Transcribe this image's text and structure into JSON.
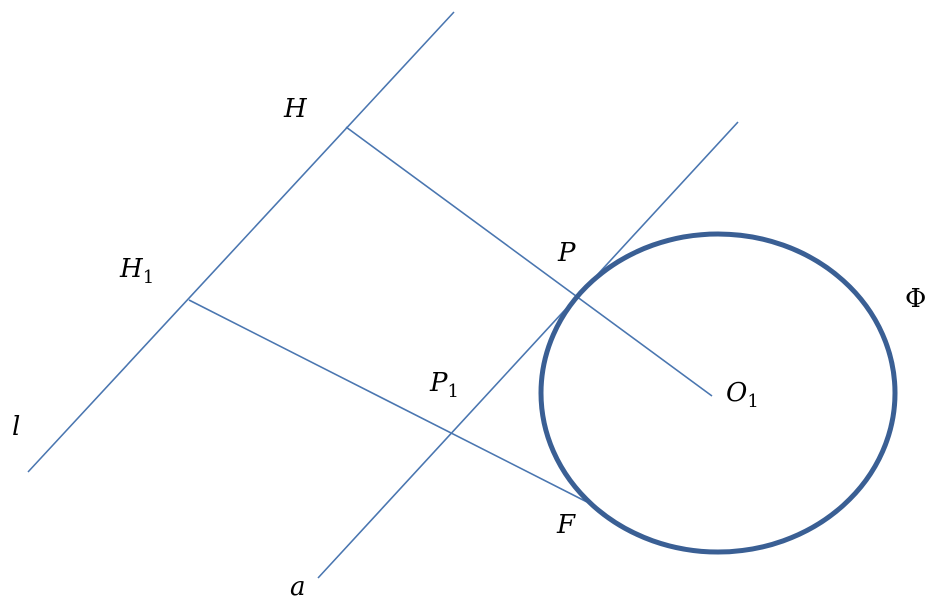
{
  "labels": {
    "H": "H",
    "H1": "H",
    "H1_sub": "1",
    "P": "P",
    "P1": "P",
    "P1_sub": "1",
    "O1": "O",
    "O1_sub": "1",
    "F": "F",
    "l": "l",
    "a": "a",
    "Phi": "Φ"
  },
  "colors": {
    "line": "#4a76b0",
    "circle": "#3a5f94"
  }
}
